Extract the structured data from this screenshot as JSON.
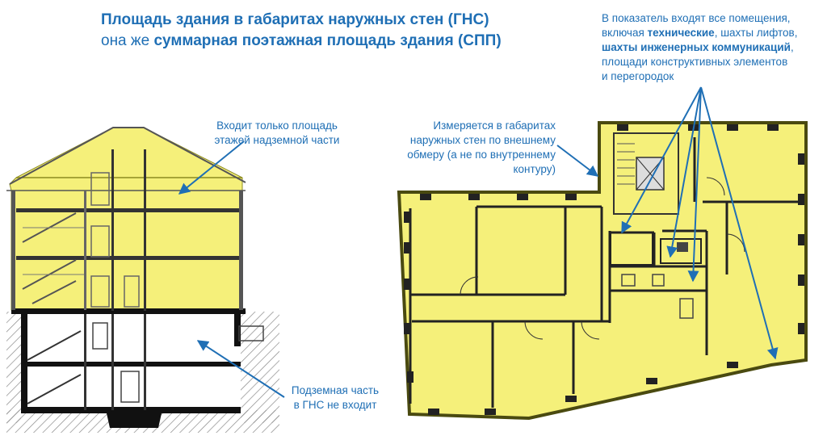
{
  "title": {
    "line1": "Площадь здания в габаритах наружных стен (ГНС)",
    "line2_prefix": "она же ",
    "line2_bold": "суммарная поэтажная площадь здания (СПП)"
  },
  "annotations": {
    "above_ground": [
      "Входит только площадь",
      "этажей надземной части"
    ],
    "below_ground": [
      "Подземная часть",
      "в ГНС не входит"
    ],
    "outer_measure": [
      "Измеряется в габаритах",
      "наружных стен по внешнему",
      "обмеру (а не по внутреннему",
      "контуру)"
    ],
    "included": {
      "l1": "В показатель входят все помещения,",
      "l2_pre": "включая ",
      "l2_bold": "технические",
      "l2_post": ", шахты лифтов,",
      "l3_bold": "шахты инженерных коммуникаций",
      "l3_post": ",",
      "l4": "площади конструктивных элементов",
      "l5": "и перегородок"
    }
  },
  "colors": {
    "accent": "#1f6fb5",
    "highlight": "#f5f07a",
    "highlight_stroke": "#b8b010",
    "wall": "#111111"
  }
}
